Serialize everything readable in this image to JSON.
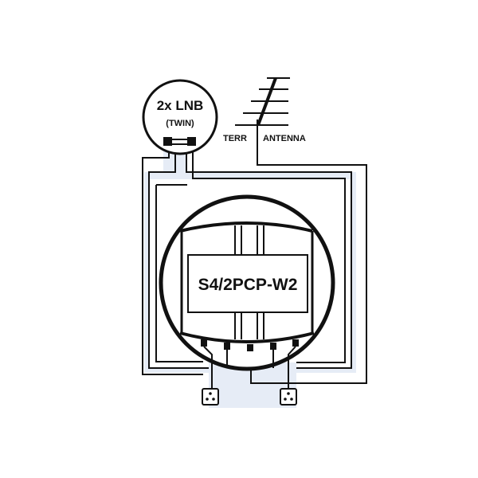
{
  "diagram": {
    "lnb": {
      "title": "2x LNB",
      "subtitle": "(TWIN)"
    },
    "antenna": {
      "label_left": "TERR",
      "label_right": "ANTENNA"
    },
    "multiswitch": {
      "model": "S4/2PCP-W2"
    },
    "outlets": [
      {
        "id": "outlet-1"
      },
      {
        "id": "outlet-2"
      }
    ],
    "colors": {
      "line": "#111111",
      "cable_fill": "#e6ecf6",
      "background": "#ffffff"
    }
  }
}
